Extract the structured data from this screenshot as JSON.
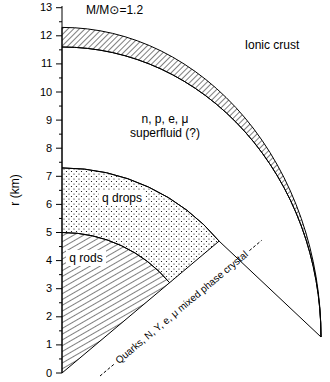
{
  "diagram": {
    "nodes": [
      {
        "text": [
          "Ionic crust"
        ]
      },
      {
        "text": [
          "n, p, e, μ superfluid (?)"
        ]
      },
      {
        "text": [
          "q drops"
        ]
      },
      {
        "text": [
          "q rods"
        ]
      }
    ],
    "labels": [
      "M/M⊙=1.2",
      "13",
      "12",
      "11",
      "10",
      "9",
      "8",
      "7",
      "6",
      "5",
      "4",
      "3",
      "2",
      "1",
      "0",
      "r (km)",
      "Quarks, N, Y, e, μ mixed phase crystal"
    ]
  }
}
